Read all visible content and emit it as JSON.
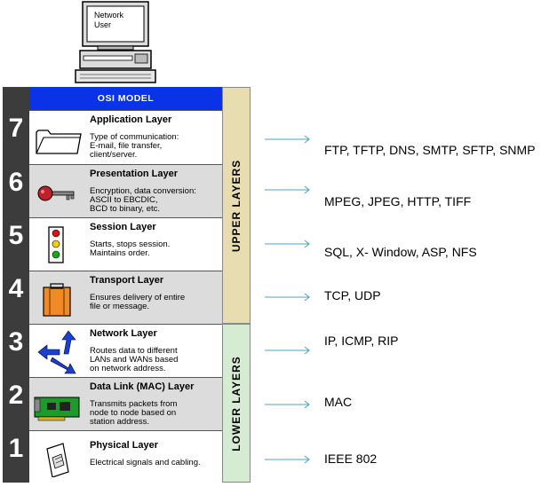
{
  "computer": {
    "screen_label_line1": "Network",
    "screen_label_line2": "User"
  },
  "model": {
    "title": "OSI MODEL",
    "upper_label": "UPPER LAYERS",
    "lower_label": "LOWER LAYERS"
  },
  "layers": [
    {
      "number": "7",
      "name": "Application Layer",
      "description": "Type of communication:\nE-mail, file transfer,\nclient/server.",
      "icon": "folder-icon",
      "protocols": "FTP, TFTP, DNS, SMTP, SFTP, SNMP"
    },
    {
      "number": "6",
      "name": "Presentation Layer",
      "description": "Encryption, data conversion:\nASCII to EBCDIC,\nBCD to binary, etc.",
      "icon": "key-icon",
      "protocols": "MPEG, JPEG, HTTP, TIFF"
    },
    {
      "number": "5",
      "name": "Session Layer",
      "description": "Starts, stops session.\nMaintains order.",
      "icon": "traffic-light-icon",
      "protocols": "SQL, X- Window, ASP, NFS"
    },
    {
      "number": "4",
      "name": "Transport Layer",
      "description": "Ensures delivery of entire\nfile or message.",
      "icon": "suitcase-icon",
      "protocols": "TCP, UDP"
    },
    {
      "number": "3",
      "name": "Network Layer",
      "description": "Routes data to different\nLANs and WANs based\non network address.",
      "icon": "routing-arrows-icon",
      "protocols": "IP, ICMP, RIP"
    },
    {
      "number": "2",
      "name": "Data Link (MAC) Layer",
      "description": "Transmits packets from\nnode to node based on\nstation address.",
      "icon": "network-card-icon",
      "protocols": "MAC"
    },
    {
      "number": "1",
      "name": "Physical Layer",
      "description": "Electrical signals and cabling.",
      "icon": "cable-icon",
      "protocols": "IEEE 802"
    }
  ],
  "colors": {
    "title_bar": "#0a32e6",
    "upper_bar": "#e8ddb0",
    "lower_bar": "#d5ecd2",
    "arrow": "#4aa3c8"
  }
}
